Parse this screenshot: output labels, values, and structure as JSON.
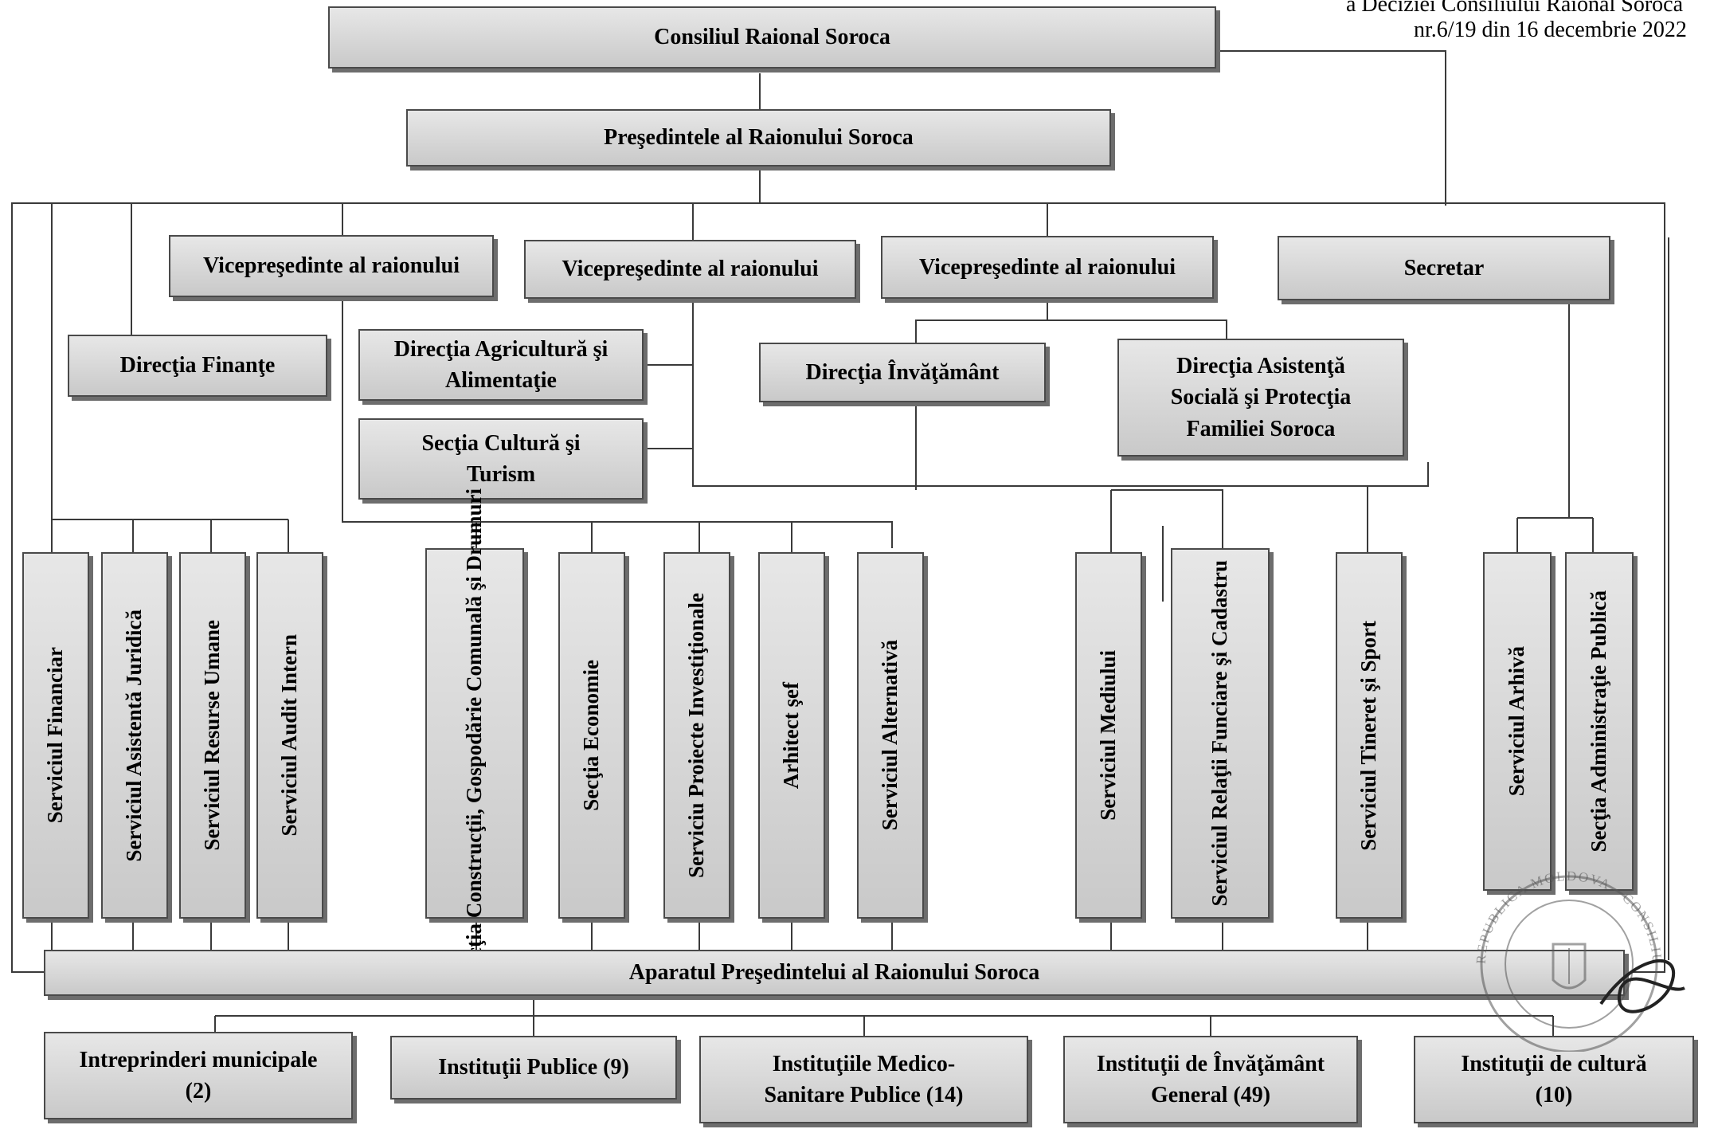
{
  "header": {
    "line1": "a Deciziei Consiliului Raional Soroca",
    "line2": "nr.6/19 din 16 decembrie 2022"
  },
  "boxes": {
    "consiliul": "Consiliul Raional Soroca",
    "presedintele": "Preşedintele al Raionului Soroca",
    "vice1": "Vicepreşedinte al raionului",
    "vice2": "Vicepreşedinte al raionului",
    "vice3": "Vicepreşedinte al raionului",
    "secretar": "Secretar",
    "dir_finante": "Direcţia Finanţe",
    "dir_agricultura": "Direcţia Agricultură şi\nAlimentaţie",
    "sectia_cultura": "Secţia Cultură şi\nTurism",
    "dir_invatamant": "Direcţia Învăţământ",
    "dir_asistenta": "Direcţia Asistenţă\nSocială şi Protecţia\nFamiliei Soroca",
    "srv_financiar": "Serviciul Financiar",
    "srv_asistenta_juridica": "Serviciul Asistentă Juridică",
    "srv_resurse_umane": "Serviciul Resurse Umane",
    "srv_audit": "Serviciul Audit Intern",
    "sectia_constructii": "Secţia Construcţii, Gospodărie\nComunală şi Drumuri",
    "sectia_economie": "Secţia Economie",
    "srv_proiecte": "Serviciu Proiecte Investiţionale",
    "arhitect": "Arhitect şef",
    "srv_alternativa": "Serviciul Alternativă",
    "srv_mediului": "Serviciul Mediului",
    "srv_relatii_funciare": "Serviciul Relaţii Funciare şi\nCadastru",
    "srv_tineret": "Serviciul Tineret şi Sport",
    "srv_arhiva": "Serviciul Arhivă",
    "sectia_admin": "Secţia Administraţie Publică",
    "aparatul": "Aparatul Preşedintelui al Raionului Soroca",
    "intreprinderi": "Intreprinderi municipale\n(2)",
    "institutii_publice": "Instituţii Publice (9)",
    "medico": "Instituţiile Medico-\nSanitare Publice (14)",
    "invatamant_general": "Instituţii de Învăţământ\nGeneral (49)",
    "cultura": "Instituţii de cultură\n(10)"
  },
  "seal": {
    "text": "REPUBLICA MOLDOVA · CONSILIUL RAIONAL SOROCA"
  }
}
